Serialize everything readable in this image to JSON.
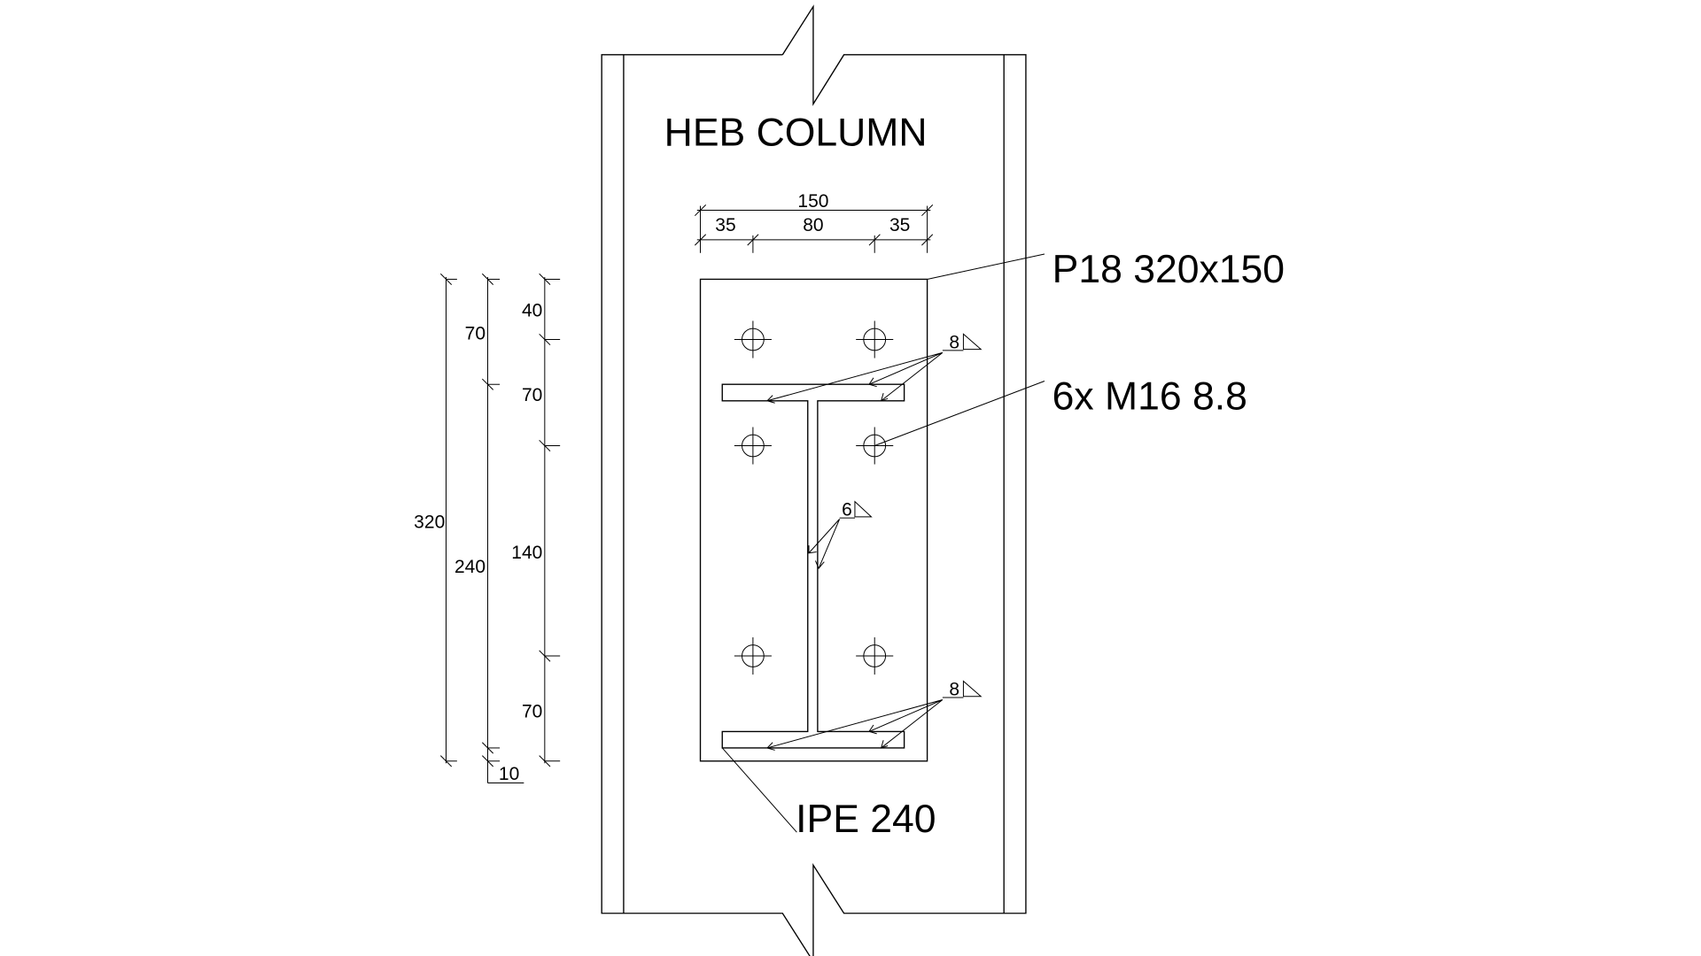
{
  "title": "HEB COLUMN",
  "labels": {
    "plate": "P18 320x150",
    "bolts": "6x M16 8.8",
    "beam": "IPE 240"
  },
  "dimensions": {
    "horizontal": {
      "total": "150",
      "edge_left": "35",
      "gauge": "80",
      "edge_right": "35"
    },
    "vertical_total": "320",
    "vertical_beam": {
      "top": "70",
      "beam": "240",
      "bottom": "10"
    },
    "vertical_bolts": {
      "top_edge": "40",
      "pitch1": "70",
      "pitch2": "140",
      "bottom": "70"
    }
  },
  "welds": {
    "flange_top": "8",
    "web": "6",
    "flange_bottom": "8"
  }
}
